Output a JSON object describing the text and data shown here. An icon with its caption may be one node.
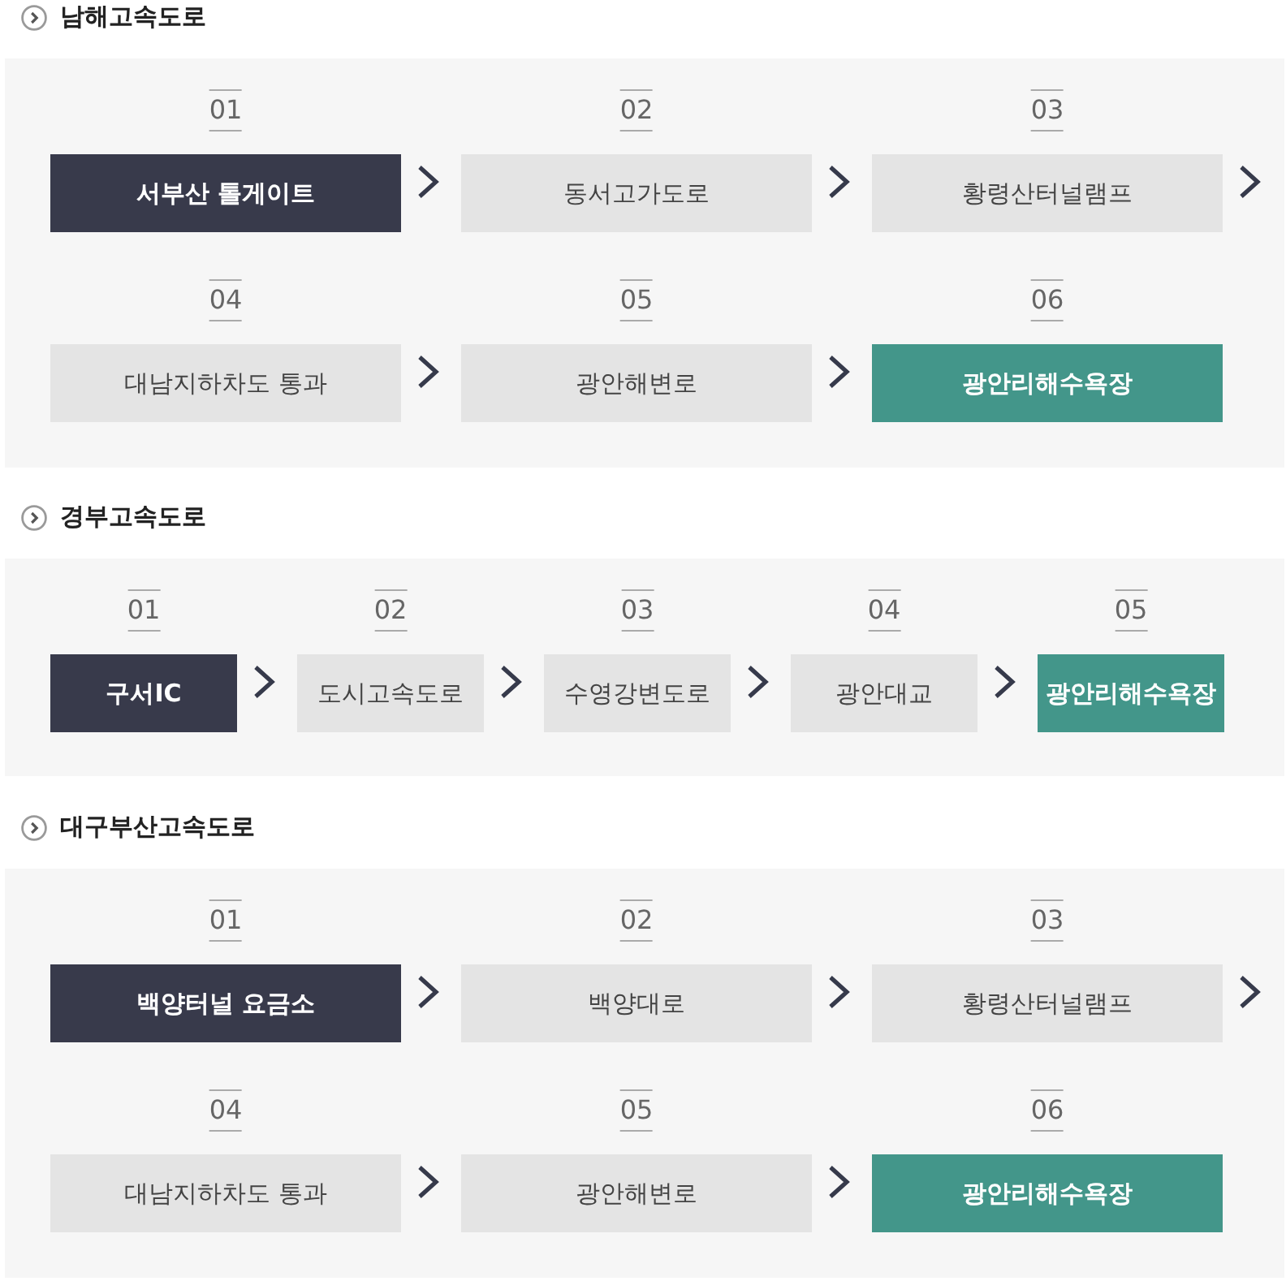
{
  "diagram": {
    "nodes": [
      {
        "text": [
          "남해고속도로"
        ]
      },
      {
        "text": [
          "서부산 톨게이트"
        ],
        "in": 0,
        "beside": [
          "01"
        ]
      },
      {
        "text": [
          "동서고가도로"
        ],
        "in": 0,
        "beside": [
          "02"
        ]
      },
      {
        "text": [
          "황령산터널램프"
        ],
        "in": 0,
        "beside": [
          "03"
        ]
      },
      {
        "text": [
          "대남지하차도 통과"
        ],
        "in": 0,
        "beside": [
          "04"
        ]
      },
      {
        "text": [
          "광안해변로"
        ],
        "in": 0,
        "beside": [
          "05"
        ]
      },
      {
        "text": [
          "광안리해수욕장"
        ],
        "in": 0,
        "beside": [
          "06"
        ]
      },
      {
        "text": [
          "경부고속도로"
        ]
      },
      {
        "text": [
          "구서IC"
        ],
        "in": 7,
        "beside": [
          "01"
        ]
      },
      {
        "text": [
          "도시고속도로"
        ],
        "in": 7,
        "beside": [
          "02"
        ]
      },
      {
        "text": [
          "수영강변도로"
        ],
        "in": 7,
        "beside": [
          "03"
        ]
      },
      {
        "text": [
          "광안대교"
        ],
        "in": 7,
        "beside": [
          "04"
        ]
      },
      {
        "text": [
          "광안리해수욕장"
        ],
        "in": 7,
        "beside": [
          "05"
        ]
      },
      {
        "text": [
          "대구부산고속도로"
        ]
      },
      {
        "text": [
          "백양터널 요금소"
        ],
        "in": 13,
        "beside": [
          "01"
        ]
      },
      {
        "text": [
          "백양대로"
        ],
        "in": 13,
        "beside": [
          "02"
        ]
      },
      {
        "text": [
          "황령산터널램프"
        ],
        "in": 13,
        "beside": [
          "03"
        ]
      },
      {
        "text": [
          "대남지하차도 통과"
        ],
        "in": 13,
        "beside": [
          "04"
        ]
      },
      {
        "text": [
          "광안해변로"
        ],
        "in": 13,
        "beside": [
          "05"
        ]
      },
      {
        "text": [
          "광안리해수욕장"
        ],
        "in": 13,
        "beside": [
          "06"
        ]
      }
    ],
    "edges": [
      {
        "from": 1,
        "to": 2,
        "arrow": "to"
      },
      {
        "from": 2,
        "to": 3,
        "arrow": "to"
      },
      {
        "from": 3,
        "to": null,
        "arrow": "to"
      },
      {
        "from": 4,
        "to": 5,
        "arrow": "to"
      },
      {
        "from": 5,
        "to": 6,
        "arrow": "to"
      },
      {
        "from": 8,
        "to": 9,
        "arrow": "to"
      },
      {
        "from": 9,
        "to": 10,
        "arrow": "to"
      },
      {
        "from": 10,
        "to": 11,
        "arrow": "to"
      },
      {
        "from": 11,
        "to": 12,
        "arrow": "to"
      },
      {
        "from": 14,
        "to": 15,
        "arrow": "to"
      },
      {
        "from": 15,
        "to": 16,
        "arrow": "to"
      },
      {
        "from": 16,
        "to": null,
        "arrow": "to"
      },
      {
        "from": 17,
        "to": 18,
        "arrow": "to"
      },
      {
        "from": 18,
        "to": 19,
        "arrow": "to"
      }
    ]
  }
}
